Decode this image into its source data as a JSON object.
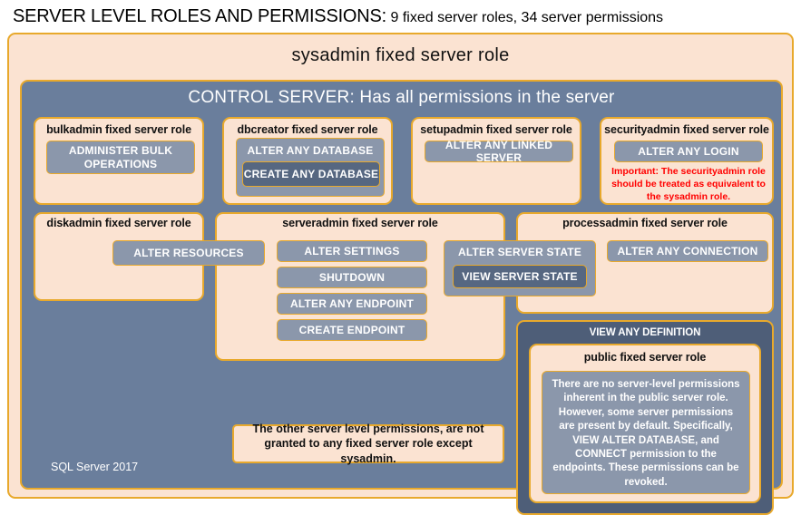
{
  "title": {
    "main": "SERVER LEVEL ROLES AND PERMISSIONS:",
    "sub": " 9 fixed server roles, 34 server permissions"
  },
  "sysadmin": {
    "label": "sysadmin fixed server role"
  },
  "control_server": {
    "label": "CONTROL SERVER: Has all permissions in the server"
  },
  "roles": {
    "bulkadmin": {
      "title": "bulkadmin fixed server role",
      "permission": "ADMINISTER  BULK OPERATIONS"
    },
    "dbcreator": {
      "title": "dbcreator fixed server role",
      "permission": "ALTER ANY DATABASE",
      "nested_permission": "CREATE ANY DATABASE"
    },
    "setupadmin": {
      "title": "setupadmin fixed server role",
      "permission": "ALTER ANY LINKED SERVER"
    },
    "securityadmin": {
      "title": "securityadmin fixed server role",
      "permission": "ALTER ANY LOGIN",
      "warning": "Important: The securityadmin role should be treated as equivalent to the sysadmin role."
    },
    "diskadmin": {
      "title": "diskadmin fixed server role",
      "permission": "ALTER RESOURCES"
    },
    "serveradmin": {
      "title": "serveradmin fixed server role",
      "permissions": [
        "ALTER SETTINGS",
        "SHUTDOWN",
        "ALTER ANY ENDPOINT",
        "CREATE ENDPOINT"
      ],
      "shared_permission": "ALTER SERVER STATE",
      "shared_nested_permission": "VIEW SERVER STATE"
    },
    "processadmin": {
      "title": "processadmin fixed server role",
      "permission": "ALTER ANY CONNECTION"
    },
    "public": {
      "wrapper_permission": "VIEW ANY DEFINITION",
      "title": "public fixed server role",
      "description": "There are no server-level permissions inherent in the public server role. However, some server permissions are present by default. Specifically, VIEW ALTER DATABASE, and CONNECT permission to the endpoints. These permissions can be revoked."
    }
  },
  "notes": {
    "other_permissions": "The other server level permissions, are not granted to any fixed server role except sysadmin."
  },
  "footer": {
    "label": "SQL Server 2017"
  },
  "colors": {
    "gold_border": "#e8a92c",
    "peach_fill": "#fbe3d2",
    "blue_fill": "#6a7e9c",
    "slate_fill": "#4e5e78",
    "permission_fill": "#8b97ab",
    "permission_dark_fill": "#566781",
    "warning_text": "#ff0000"
  }
}
